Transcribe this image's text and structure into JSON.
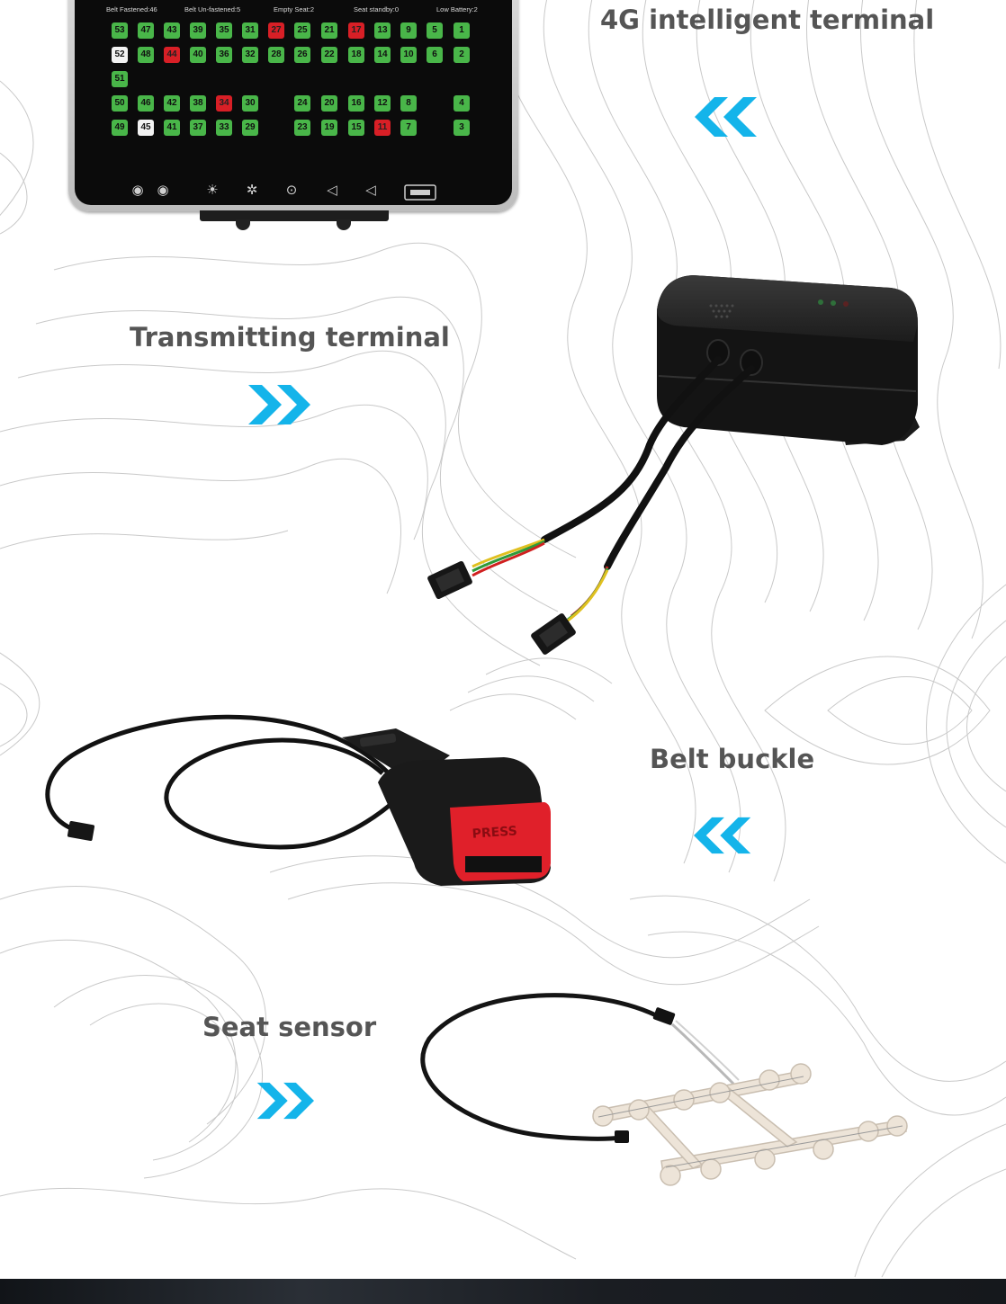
{
  "labels": {
    "terminal_4g": "4G intelligent terminal",
    "transmitting": "Transmitting terminal",
    "belt_buckle": "Belt buckle",
    "seat_sensor": "Seat sensor"
  },
  "colors": {
    "accent": "#14b4ea",
    "label_text": "#555555",
    "seat_ok": "#49b649",
    "seat_alert": "#d81f26",
    "seat_standby": "#f2f2f2"
  },
  "tablet": {
    "stats": [
      {
        "id": "belt-fastened",
        "text": "Belt Fastened:46"
      },
      {
        "id": "belt-unfastened",
        "text": "Belt Un-fastened:5"
      },
      {
        "id": "empty-seat",
        "text": "Empty Seat:2"
      },
      {
        "id": "seat-standby",
        "text": "Seat standby:0"
      },
      {
        "id": "low-battery",
        "text": "Low Battery:2"
      }
    ],
    "seat_rows": [
      [
        {
          "n": "53",
          "s": "ok"
        },
        {
          "n": "47",
          "s": "ok"
        },
        {
          "n": "43",
          "s": "ok"
        },
        {
          "n": "39",
          "s": "ok"
        },
        {
          "n": "35",
          "s": "ok"
        },
        {
          "n": "31",
          "s": "ok"
        },
        {
          "n": "27",
          "s": "alert"
        },
        {
          "n": "25",
          "s": "ok"
        },
        {
          "n": "21",
          "s": "ok"
        },
        {
          "n": "17",
          "s": "alert"
        },
        {
          "n": "13",
          "s": "ok"
        },
        {
          "n": "9",
          "s": "ok"
        },
        {
          "n": "5",
          "s": "ok"
        },
        {
          "n": "1",
          "s": "ok"
        }
      ],
      [
        {
          "n": "52",
          "s": "standby"
        },
        {
          "n": "48",
          "s": "ok"
        },
        {
          "n": "44",
          "s": "alert"
        },
        {
          "n": "40",
          "s": "ok"
        },
        {
          "n": "36",
          "s": "ok"
        },
        {
          "n": "32",
          "s": "ok"
        },
        {
          "n": "28",
          "s": "ok"
        },
        {
          "n": "26",
          "s": "ok"
        },
        {
          "n": "22",
          "s": "ok"
        },
        {
          "n": "18",
          "s": "ok"
        },
        {
          "n": "14",
          "s": "ok"
        },
        {
          "n": "10",
          "s": "ok"
        },
        {
          "n": "6",
          "s": "ok"
        },
        {
          "n": "2",
          "s": "ok"
        }
      ],
      [
        {
          "n": "51",
          "s": "ok"
        }
      ],
      [
        {
          "n": "50",
          "s": "ok"
        },
        {
          "n": "46",
          "s": "ok"
        },
        {
          "n": "42",
          "s": "ok"
        },
        {
          "n": "38",
          "s": "ok"
        },
        {
          "n": "34",
          "s": "alert"
        },
        {
          "n": "30",
          "s": "ok"
        },
        {
          "n": "24",
          "s": "ok"
        },
        {
          "n": "20",
          "s": "ok"
        },
        {
          "n": "16",
          "s": "ok"
        },
        {
          "n": "12",
          "s": "ok"
        },
        {
          "n": "8",
          "s": "ok"
        },
        {
          "n": "4",
          "s": "ok"
        }
      ],
      [
        {
          "n": "49",
          "s": "ok"
        },
        {
          "n": "45",
          "s": "standby"
        },
        {
          "n": "41",
          "s": "ok"
        },
        {
          "n": "37",
          "s": "ok"
        },
        {
          "n": "33",
          "s": "ok"
        },
        {
          "n": "29",
          "s": "ok"
        },
        {
          "n": "23",
          "s": "ok"
        },
        {
          "n": "19",
          "s": "ok"
        },
        {
          "n": "15",
          "s": "ok"
        },
        {
          "n": "11",
          "s": "alert"
        },
        {
          "n": "7",
          "s": "ok"
        },
        {
          "n": "3",
          "s": "ok"
        }
      ]
    ]
  },
  "buckle_text": "PRESS"
}
